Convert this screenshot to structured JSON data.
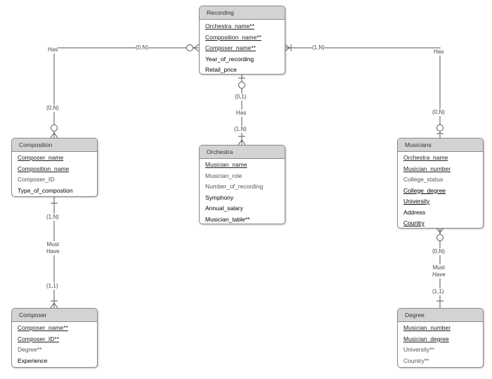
{
  "entities": {
    "recording": {
      "title": "Recording",
      "attributes": [
        "Orchestra_name**",
        "Composition_name**",
        "Composer_name**",
        "Year_of_recording",
        "Retail_price"
      ]
    },
    "composition": {
      "title": "Composition",
      "attributes": [
        "Composer_name",
        "Composition_name",
        "Composer_ID",
        "Type_of_compostion"
      ]
    },
    "orchestra": {
      "title": "Orchestra",
      "attributes": [
        "Musician_name",
        "Musician_role",
        "Number_of_recording",
        "Symphony",
        "Annual_salary",
        "Musician_table**"
      ]
    },
    "musicians": {
      "title": "Musicians",
      "attributes": [
        "Orchestra_name",
        "Musician_number",
        "College_status",
        "College_degree",
        "University",
        "Address",
        "Country"
      ]
    },
    "composer": {
      "title": "Composer",
      "attributes": [
        "Composer_name**",
        "Composer_ID**",
        "Degree**",
        "Experience"
      ]
    },
    "degree": {
      "title": "Degree",
      "attributes": [
        "Musician_number",
        "Musician_degree",
        "University**",
        "Country**"
      ]
    }
  },
  "relationships": {
    "recording_composition": {
      "label": "Has",
      "cardinality": "(0,N)"
    },
    "composition_end": {
      "cardinality": "(0,N)"
    },
    "recording_musicians": {
      "label": "Has",
      "cardinality": "(1,N)"
    },
    "musicians_end": {
      "cardinality": "(0,N)"
    },
    "recording_orchestra": {
      "label": "Has",
      "cardinality_top": "(0,1)",
      "cardinality_bottom": "(1,N)"
    },
    "composition_composer": {
      "label_line1": "Must",
      "label_line2": "Have",
      "cardinality_top": "(1,N)",
      "cardinality_bottom": "(1,1)"
    },
    "musicians_degree": {
      "label_line1": "Must",
      "label_line2": "Have",
      "cardinality_top": "(0,N)",
      "cardinality_bottom": "(1,1)"
    }
  },
  "colors": {
    "line": "#555555",
    "header": "#d3d3d3",
    "border": "#8a8a8a"
  }
}
